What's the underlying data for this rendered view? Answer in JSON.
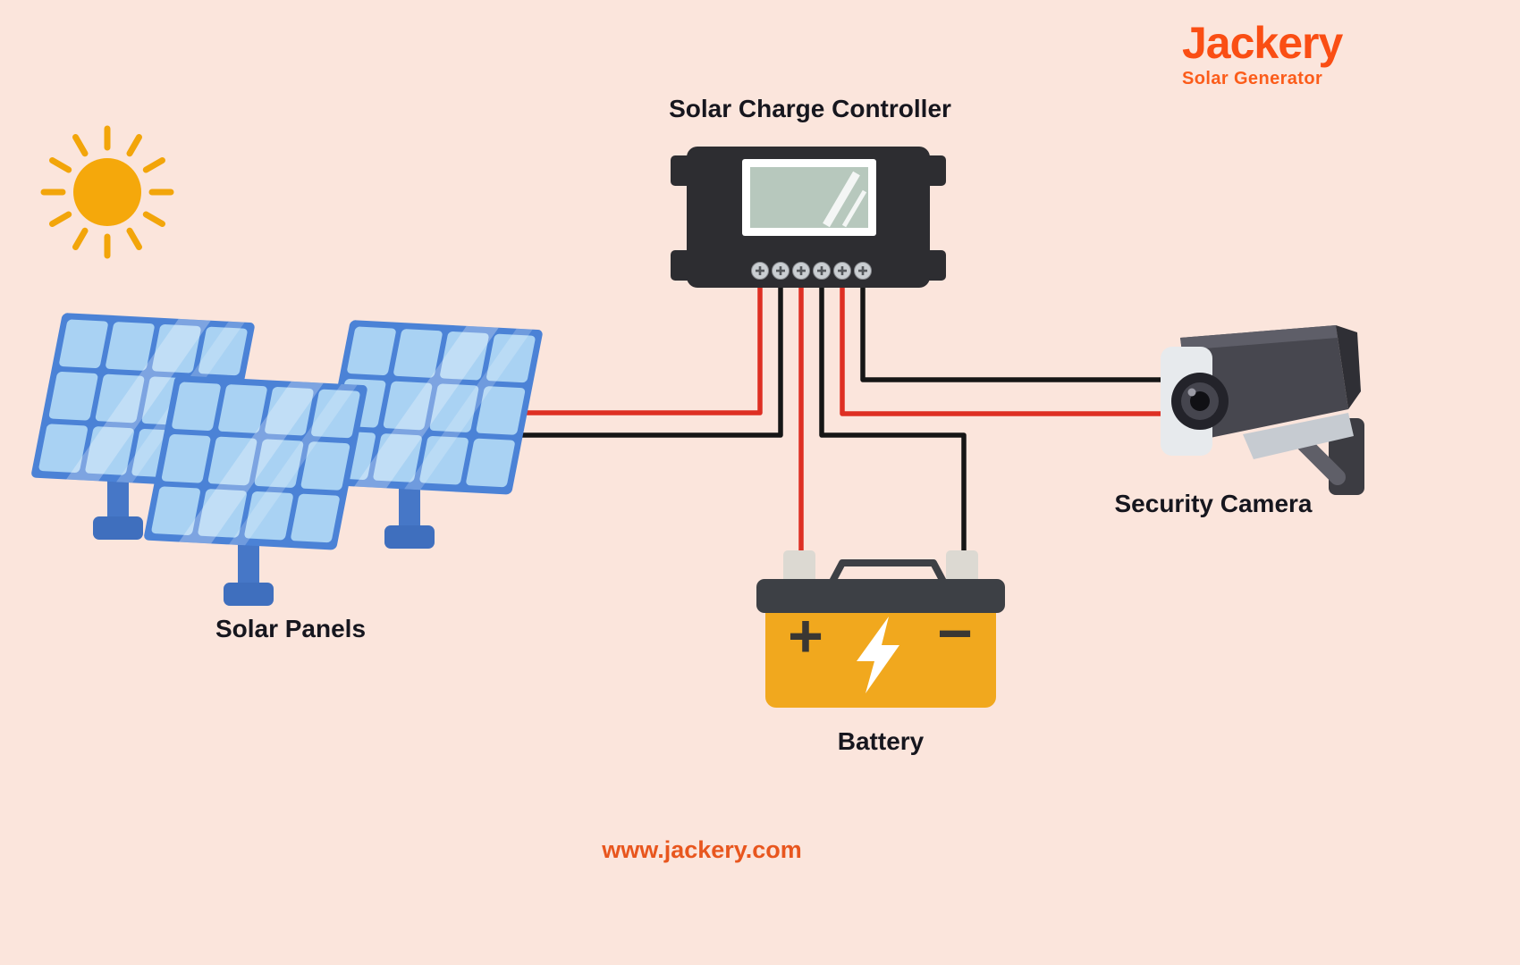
{
  "page": {
    "background_color": "#fbe5dc",
    "website": "www.jackery.com"
  },
  "brand": {
    "name": "Jackery",
    "tagline": "Solar Generator",
    "color": "#fa4e14"
  },
  "diagram": {
    "type": "wiring-diagram",
    "components": {
      "sun": {
        "icon": "sun-icon",
        "color": "#f2a50a"
      },
      "solar_panels": {
        "label": "Solar Panels",
        "count": 3,
        "cell_color": "#a9d2f3",
        "frame_color": "#4b82d6"
      },
      "charge_controller": {
        "label": "Solar Charge Controller",
        "body_color": "#2d2d31",
        "screen_color": "#b7c8bd",
        "terminal_count": 6
      },
      "battery": {
        "label": "Battery",
        "plus_symbol": "+",
        "minus_symbol": "−",
        "bolt_icon": "lightning-icon",
        "body_color": "#f1a81e",
        "top_color": "#3d4045"
      },
      "security_camera": {
        "label": "Security Camera",
        "body_color": "#47474f"
      }
    },
    "wires": {
      "positive_color": "#de2f23",
      "negative_color": "#161616",
      "connections": [
        {
          "from": "solar_panels",
          "to": "charge_controller",
          "wires": [
            "positive",
            "negative"
          ]
        },
        {
          "from": "charge_controller",
          "to": "battery",
          "wires": [
            "positive",
            "negative"
          ]
        },
        {
          "from": "charge_controller",
          "to": "security_camera",
          "wires": [
            "positive",
            "negative"
          ]
        }
      ]
    }
  }
}
